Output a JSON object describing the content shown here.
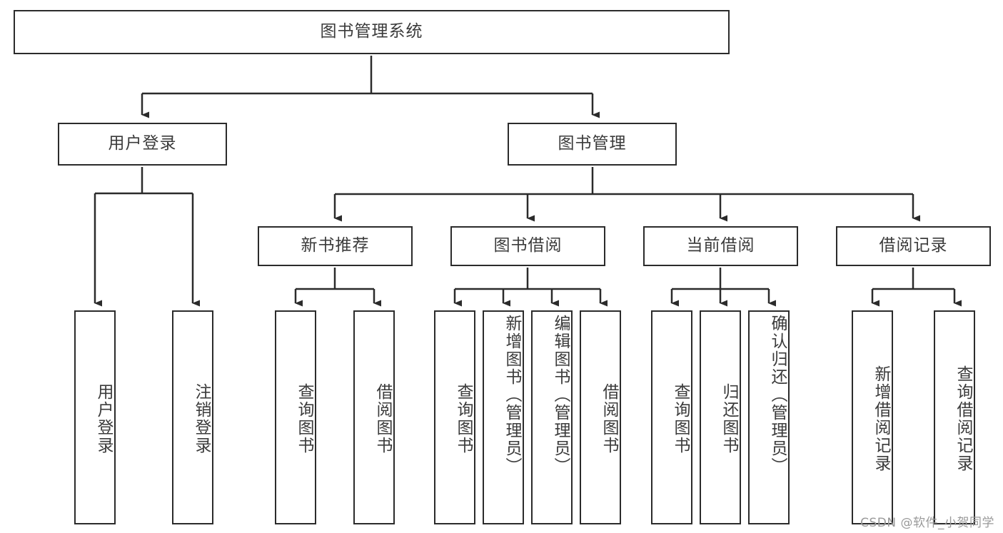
{
  "diagram": {
    "title": "图书管理系统",
    "type": "tree",
    "watermark": "CSDN @软件_小贺同学",
    "colors": {
      "box_border": "#2b2b2b",
      "box_fill": "#ffffff",
      "text": "#3b3b3b",
      "edge": "#2b2b2b",
      "watermark": "#9a9a9a",
      "background": "#ffffff"
    },
    "nodes": {
      "root": {
        "label": "图书管理系统",
        "orientation": "horizontal"
      },
      "level2": [
        {
          "id": "user-login",
          "label": "用户登录",
          "orientation": "horizontal"
        },
        {
          "id": "book-management",
          "label": "图书管理",
          "orientation": "horizontal"
        }
      ],
      "level3": [
        {
          "id": "new-book-recommend",
          "label": "新书推荐",
          "orientation": "horizontal"
        },
        {
          "id": "book-borrow",
          "label": "图书借阅",
          "orientation": "horizontal"
        },
        {
          "id": "current-borrow",
          "label": "当前借阅",
          "orientation": "horizontal"
        },
        {
          "id": "borrow-record",
          "label": "借阅记录",
          "orientation": "horizontal"
        }
      ],
      "leaves": [
        {
          "id": "leaf-user-login",
          "label": "用户登录",
          "parent": "user-login",
          "orientation": "vertical"
        },
        {
          "id": "leaf-logout",
          "label": "注销登录",
          "parent": "user-login",
          "orientation": "vertical"
        },
        {
          "id": "leaf-query-book-1",
          "label": "查询图书",
          "parent": "new-book-recommend",
          "orientation": "vertical"
        },
        {
          "id": "leaf-borrow-book-1",
          "label": "借阅图书",
          "parent": "new-book-recommend",
          "orientation": "vertical"
        },
        {
          "id": "leaf-query-book-2",
          "label": "查询图书",
          "parent": "book-borrow",
          "orientation": "vertical"
        },
        {
          "id": "leaf-add-book",
          "label": "新增图书（管理员）",
          "parent": "book-borrow",
          "orientation": "vertical"
        },
        {
          "id": "leaf-edit-book",
          "label": "编辑图书（管理员）",
          "parent": "book-borrow",
          "orientation": "vertical"
        },
        {
          "id": "leaf-borrow-book-2",
          "label": "借阅图书",
          "parent": "book-borrow",
          "orientation": "vertical"
        },
        {
          "id": "leaf-query-book-3",
          "label": "查询图书",
          "parent": "current-borrow",
          "orientation": "vertical"
        },
        {
          "id": "leaf-return-book",
          "label": "归还图书",
          "parent": "current-borrow",
          "orientation": "vertical"
        },
        {
          "id": "leaf-confirm-return",
          "label": "确认归还（管理员）",
          "parent": "current-borrow",
          "orientation": "vertical"
        },
        {
          "id": "leaf-add-record",
          "label": "新增借阅记录",
          "parent": "borrow-record",
          "orientation": "vertical"
        },
        {
          "id": "leaf-query-record",
          "label": "查询借阅记录",
          "parent": "borrow-record",
          "orientation": "vertical"
        }
      ]
    }
  }
}
